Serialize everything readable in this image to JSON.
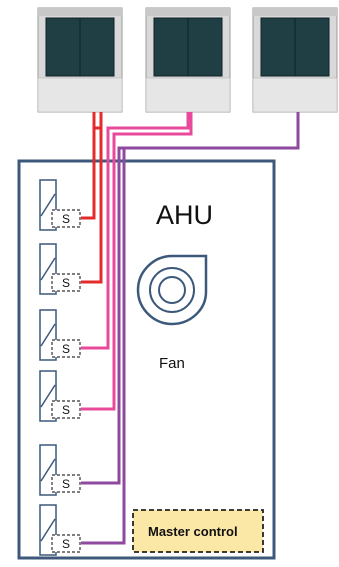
{
  "ahu": {
    "label": "AHU"
  },
  "fan": {
    "label": "Fan"
  },
  "master_control": {
    "label": "Master control",
    "fill": "#fbe7a6"
  },
  "sensor_label": "S",
  "outdoor_units": [
    {
      "name": "outdoor-unit-1",
      "line_color": "#e32b2b"
    },
    {
      "name": "outdoor-unit-2",
      "line_color": "#e8499b"
    },
    {
      "name": "outdoor-unit-3",
      "line_color": "#8e4a9e"
    }
  ],
  "colors": {
    "frame": "#3c587a",
    "unit_body": "#dcdcdc",
    "unit_grille": "#1e4046",
    "line_red": "#e32b2b",
    "line_pink": "#e8499b",
    "line_purple": "#8e4a9e"
  },
  "coils": [
    {
      "name": "coil-1",
      "connected_unit": "outdoor-unit-1"
    },
    {
      "name": "coil-2",
      "connected_unit": "outdoor-unit-1"
    },
    {
      "name": "coil-3",
      "connected_unit": "outdoor-unit-2"
    },
    {
      "name": "coil-4",
      "connected_unit": "outdoor-unit-2"
    },
    {
      "name": "coil-5",
      "connected_unit": "outdoor-unit-3"
    },
    {
      "name": "coil-6",
      "connected_unit": "outdoor-unit-3"
    }
  ]
}
